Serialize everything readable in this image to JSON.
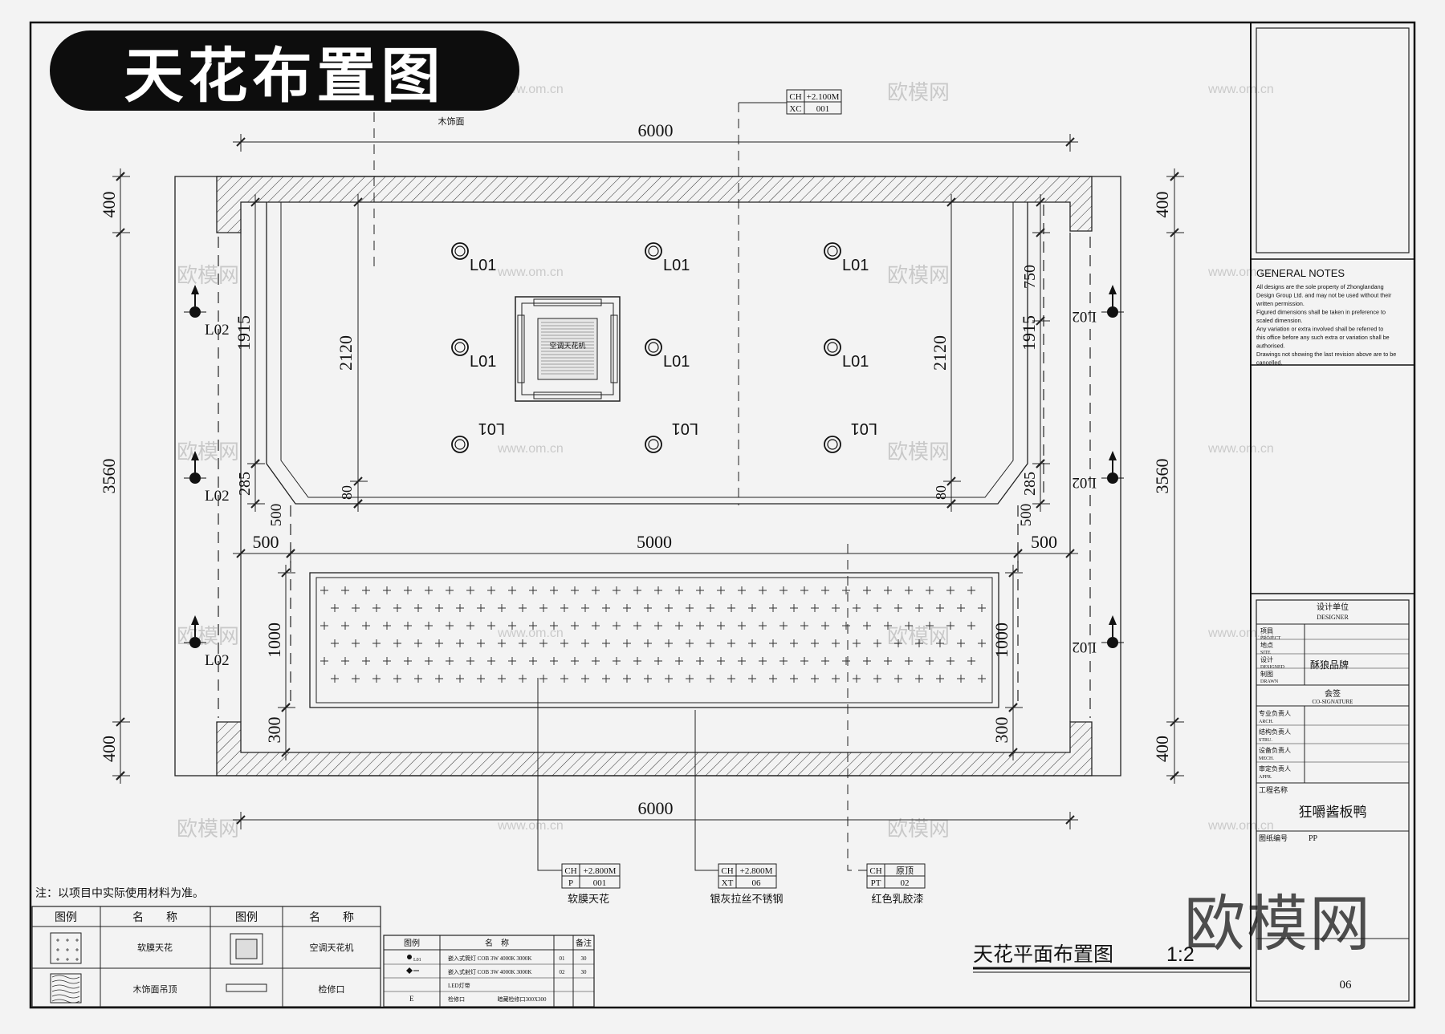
{
  "title_badge": "天花布置图",
  "watermark": "欧模网",
  "watermark_small": [
    "欧模网",
    "www.om.cn"
  ],
  "dimensions": {
    "top_width": "6000",
    "bottom_width": "6000",
    "inner_width": "5000",
    "left_margin": "500",
    "right_margin": "500",
    "left_small": "500",
    "right_small": "500",
    "left_total": "3560",
    "right_total": "3560",
    "left_top": "400",
    "right_top": "400",
    "left_bottom": "400",
    "right_bottom": "400",
    "left_1915": "1915",
    "right_1915": "1915",
    "right_750": "750",
    "left_2120": "2120",
    "right_2120": "2120",
    "left_285": "285",
    "right_285": "285",
    "left_80": "80",
    "right_80": "80",
    "left_1000": "1000",
    "right_1000": "1000",
    "left_300": "300",
    "right_300": "300"
  },
  "lights": {
    "l01": "L01",
    "l02": "L02"
  },
  "ac_label": "空调天花机",
  "callouts": [
    {
      "row1": [
        "CH",
        "+2.100M"
      ],
      "row2": [
        "XC",
        "001"
      ],
      "caption": ""
    },
    {
      "row1": [
        "CH",
        "+2.800M"
      ],
      "row2": [
        "P",
        "001"
      ],
      "caption": "软膜天花"
    },
    {
      "row1": [
        "CH",
        "+2.800M"
      ],
      "row2": [
        "XT",
        "06"
      ],
      "caption": "银灰拉丝不锈钢"
    },
    {
      "row1": [
        "CH",
        "原顶"
      ],
      "row2": [
        "PT",
        "02"
      ],
      "caption": "红色乳胶漆"
    }
  ],
  "top_callout_caption": "木饰面",
  "note": "注：以项目中实际使用材料为准。",
  "legend1": {
    "headers": [
      "图例",
      "名　　称",
      "图例",
      "名　　称"
    ],
    "rows": [
      [
        "软膜天花",
        "空调天花机"
      ],
      [
        "木饰面吊顶",
        "检修口"
      ]
    ]
  },
  "legend2": {
    "headers": [
      "图例",
      "名　称",
      "备注"
    ],
    "rows": [
      {
        "icon": "L01",
        "name": "嵌入式筒灯 COB 3W 4000K 3000K",
        "c1": "01",
        "c2": "30"
      },
      {
        "icon": "",
        "name": "嵌入式射灯 COB 3W 4000K 3000K",
        "c1": "02",
        "c2": "30"
      },
      {
        "icon": "",
        "name": "LED灯带",
        "c1": "",
        "c2": ""
      },
      {
        "icon": "E",
        "name": "检修口",
        "c1": "暗藏检修口300X300",
        "c2": ""
      }
    ]
  },
  "drawing_title": "天花平面布置图",
  "drawing_scale": "1:2",
  "general_notes": {
    "title": "GENERAL NOTES",
    "lines": [
      "All designs are the sole property of Zhonglandang",
      "Design Group Ltd. and may not be used without their",
      "written permission.",
      "Figured dimensions shall be taken in preference to",
      "scaled dimension.",
      "Any variation or extra involved shall be referred to",
      "this office before any such extra or variation shall be",
      "authorised.",
      "Drawings not showing the last revision above are to be",
      "cancelled."
    ]
  },
  "title_block": {
    "header": [
      "设计单位",
      "DESIGNER"
    ],
    "rows": [
      [
        "项目",
        "PROJECT"
      ],
      [
        "地点",
        "SITE"
      ],
      [
        "设计",
        "DESIGNED"
      ],
      [
        "制图",
        "DRAWN"
      ]
    ],
    "brand": "酥狼品牌",
    "sign_header": [
      "会签",
      "CO-SIGNATURE"
    ],
    "sign_rows": [
      [
        "专业负责人",
        "ARCH."
      ],
      [
        "结构负责人",
        "STRU."
      ],
      [
        "设备负责人",
        "MECH."
      ],
      [
        "审定负责人",
        "APPR."
      ]
    ],
    "project_label": "工程名称",
    "project_name": "狂嚼酱板鸭",
    "drawing_no_label": "图纸编号",
    "drawing_no_prefix": "PP",
    "sheet_no": "06"
  }
}
